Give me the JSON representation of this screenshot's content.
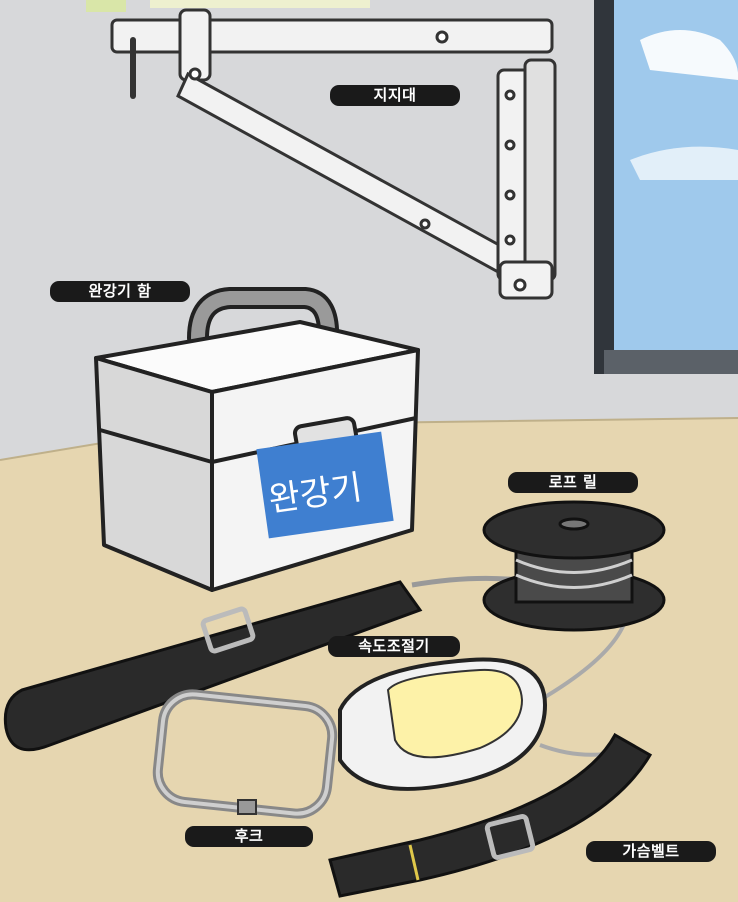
{
  "labels": {
    "stand": "지지대",
    "case": "완강기 함",
    "case_marking": "완강기",
    "rope_reel": "로프 릴",
    "speed_controller": "속도조절기",
    "hook": "후크",
    "chest_belt": "가슴벨트"
  },
  "colors": {
    "wall": "#d6d7d9",
    "floor": "#e8d9b4",
    "label_bg": "#1a1a1a",
    "label_text": "#ffffff",
    "case_badge": "#3f7fd0",
    "controller_window": "#fdf2a8",
    "sky": "#9fc9ec"
  }
}
